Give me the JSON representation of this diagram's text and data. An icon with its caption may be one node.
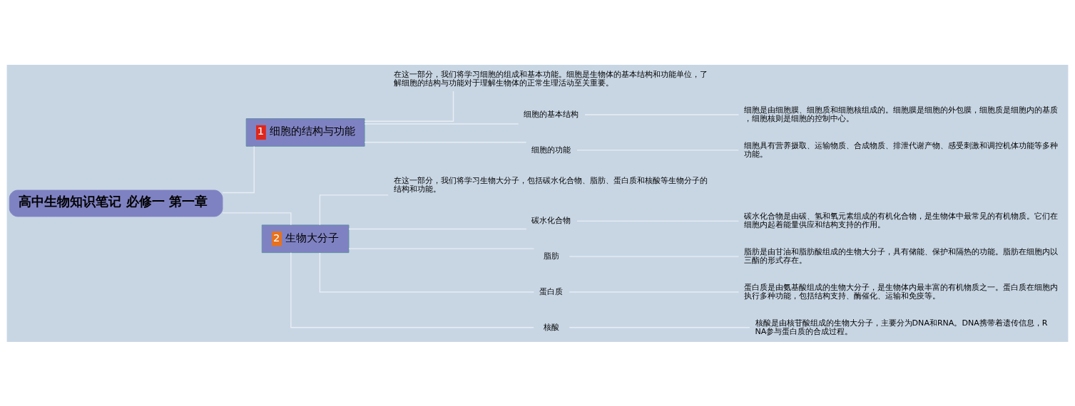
{
  "diagram": {
    "nodes": [
      {
        "text": [
          "高中生物知识笔记 必修一 第一章"
        ]
      },
      {
        "text": [
          "1",
          "细胞的结构与功能"
        ]
      },
      {
        "text": [
          "在这一部分，我们将学习细胞的组成和基本功能。细胞是生物体的基本结构和功能单位，了解细胞的结构与功能对于理解生物体的正常生理活动至关重要。"
        ]
      },
      {
        "text": [
          "细胞的基本结构"
        ]
      },
      {
        "text": [
          "细胞是由细胞膜、细胞质和细胞核组成的。细胞膜是细胞的外包膜，细胞质是细胞内的基质，细胞核则是细胞的控制中心。"
        ]
      },
      {
        "text": [
          "细胞的功能"
        ]
      },
      {
        "text": [
          "细胞具有营养摄取、运输物质、合成物质、排泄代谢产物、感受刺激和调控机体功能等多种功能。"
        ]
      },
      {
        "text": [
          "2",
          "生物大分子"
        ]
      },
      {
        "text": [
          "在这一部分，我们将学习生物大分子，包括碳水化合物、脂肪、蛋白质和核酸等生物分子的结构和功能。"
        ]
      },
      {
        "text": [
          "碳水化合物"
        ]
      },
      {
        "text": [
          "碳水化合物是由碳、氢和氧元素组成的有机化合物，是生物体中最常见的有机物质。它们在细胞内起着能量供应和结构支持的作用。"
        ]
      },
      {
        "text": [
          "脂肪"
        ]
      },
      {
        "text": [
          "脂肪是由甘油和脂肪酸组成的生物大分子，具有储能、保护和隔热的功能。脂肪在细胞内以三酯的形式存在。"
        ]
      },
      {
        "text": [
          "蛋白质"
        ]
      },
      {
        "text": [
          "蛋白质是由氨基酸组成的生物大分子，是生物体内最丰富的有机物质之一。蛋白质在细胞内执行多种功能，包括结构支持、酶催化、运输和免疫等。"
        ]
      },
      {
        "text": [
          "核酸"
        ]
      },
      {
        "text": [
          "核酸是由核苷酸组成的生物大分子，主要分为DNA和RNA。DNA携带着遗传信息，RNA参与蛋白质的合成过程。"
        ]
      }
    ],
    "edges": [
      {
        "from": 0,
        "to": 1,
        "arrow": "none"
      },
      {
        "from": 1,
        "to": 2,
        "arrow": "none"
      },
      {
        "from": 1,
        "to": 3,
        "arrow": "none"
      },
      {
        "from": 3,
        "to": 4,
        "arrow": "none"
      },
      {
        "from": 1,
        "to": 5,
        "arrow": "none"
      },
      {
        "from": 5,
        "to": 6,
        "arrow": "none"
      },
      {
        "from": 0,
        "to": 7,
        "arrow": "none"
      },
      {
        "from": 7,
        "to": 8,
        "arrow": "none"
      },
      {
        "from": 7,
        "to": 9,
        "arrow": "none"
      },
      {
        "from": 9,
        "to": 10,
        "arrow": "none"
      },
      {
        "from": 7,
        "to": 11,
        "arrow": "none"
      },
      {
        "from": 11,
        "to": 12,
        "arrow": "none"
      },
      {
        "from": 7,
        "to": 13,
        "arrow": "none"
      },
      {
        "from": 13,
        "to": 14,
        "arrow": "none"
      },
      {
        "from": 7,
        "to": 15,
        "arrow": "none"
      },
      {
        "from": 15,
        "to": 16,
        "arrow": "none"
      }
    ]
  }
}
